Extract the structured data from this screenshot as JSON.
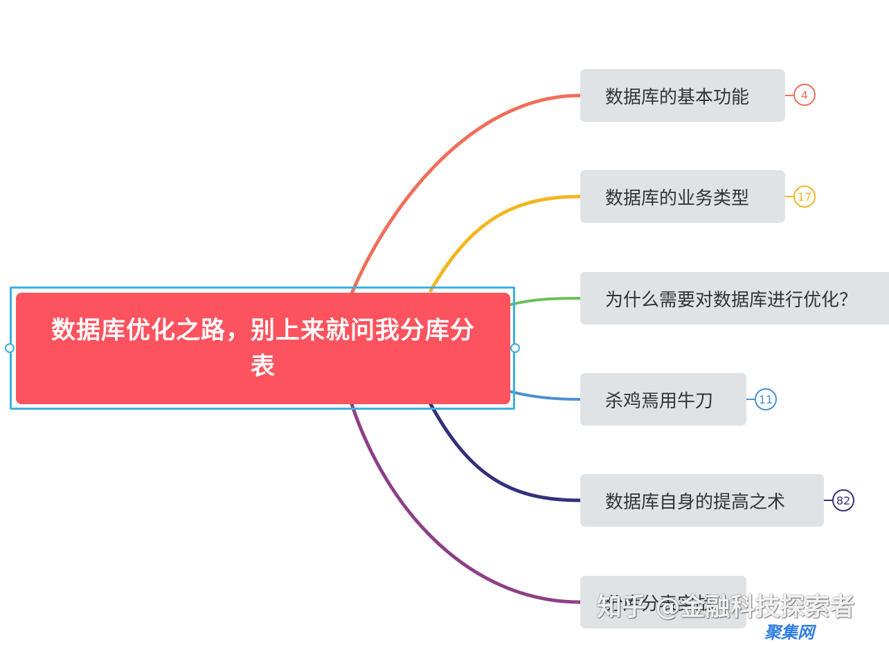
{
  "central": {
    "title": "数据库优化之路，别上来就问我分库分表",
    "color": "#fc535e"
  },
  "branches": [
    {
      "label": "数据库的基本功能",
      "count": "4",
      "color": "#ef6f5a"
    },
    {
      "label": "数据库的业务类型",
      "count": "17",
      "color": "#f2b620"
    },
    {
      "label": "为什么需要对数据库进行优化？",
      "count": "",
      "color": "#6bbf56"
    },
    {
      "label": "杀鸡焉用牛刀",
      "count": "11",
      "color": "#4a8fd4"
    },
    {
      "label": "数据库自身的提高之术",
      "count": "82",
      "color": "#33307a"
    },
    {
      "label": "分库分表实战",
      "count": "",
      "color": "#8d3f86"
    }
  ],
  "watermark": {
    "primary": "知乎 @金融科技探索者",
    "secondary": "聚集网"
  }
}
